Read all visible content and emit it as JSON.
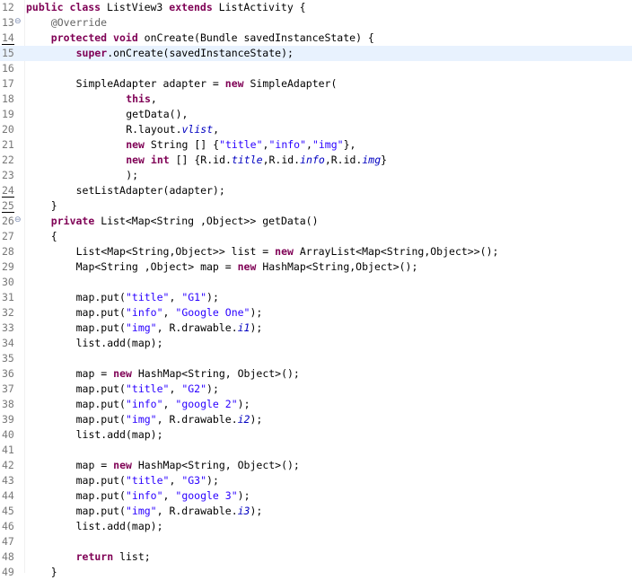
{
  "editor": {
    "lines": [
      {
        "num": "12",
        "indent": 0,
        "tokens": [
          {
            "t": "public",
            "k": "kw"
          },
          {
            "t": " ",
            "k": "pl"
          },
          {
            "t": "class",
            "k": "kw"
          },
          {
            "t": " ListView3 ",
            "k": "pl"
          },
          {
            "t": "extends",
            "k": "kw"
          },
          {
            "t": " ListActivity {",
            "k": "pl"
          }
        ]
      },
      {
        "num": "13",
        "indent": 4,
        "fold": true,
        "tokens": [
          {
            "t": "@Override",
            "k": "ann"
          }
        ]
      },
      {
        "num": "14",
        "indent": 4,
        "marked": true,
        "tokens": [
          {
            "t": "protected",
            "k": "kw"
          },
          {
            "t": " ",
            "k": "pl"
          },
          {
            "t": "void",
            "k": "kw"
          },
          {
            "t": " onCreate(Bundle savedInstanceState) {",
            "k": "pl"
          }
        ]
      },
      {
        "num": "15",
        "indent": 8,
        "current": true,
        "tokens": [
          {
            "t": "super",
            "k": "kw"
          },
          {
            "t": ".onCreate(savedInstanceState);",
            "k": "pl"
          }
        ]
      },
      {
        "num": "16",
        "indent": 0,
        "tokens": []
      },
      {
        "num": "17",
        "indent": 8,
        "tokens": [
          {
            "t": "SimpleAdapter adapter = ",
            "k": "pl"
          },
          {
            "t": "new",
            "k": "kw"
          },
          {
            "t": " SimpleAdapter(",
            "k": "pl"
          }
        ]
      },
      {
        "num": "18",
        "indent": 16,
        "tokens": [
          {
            "t": "this",
            "k": "kw"
          },
          {
            "t": ",",
            "k": "pl"
          }
        ]
      },
      {
        "num": "19",
        "indent": 16,
        "tokens": [
          {
            "t": "getData(),",
            "k": "pl"
          }
        ]
      },
      {
        "num": "20",
        "indent": 16,
        "tokens": [
          {
            "t": "R.layout.",
            "k": "pl"
          },
          {
            "t": "vlist",
            "k": "fld"
          },
          {
            "t": ",",
            "k": "pl"
          }
        ]
      },
      {
        "num": "21",
        "indent": 16,
        "tokens": [
          {
            "t": "new",
            "k": "kw"
          },
          {
            "t": " String [] {",
            "k": "pl"
          },
          {
            "t": "\"title\"",
            "k": "str"
          },
          {
            "t": ",",
            "k": "pl"
          },
          {
            "t": "\"info\"",
            "k": "str"
          },
          {
            "t": ",",
            "k": "pl"
          },
          {
            "t": "\"img\"",
            "k": "str"
          },
          {
            "t": "},",
            "k": "pl"
          }
        ]
      },
      {
        "num": "22",
        "indent": 16,
        "tokens": [
          {
            "t": "new",
            "k": "kw"
          },
          {
            "t": " ",
            "k": "pl"
          },
          {
            "t": "int",
            "k": "kw"
          },
          {
            "t": " [] {R.id.",
            "k": "pl"
          },
          {
            "t": "title",
            "k": "fld"
          },
          {
            "t": ",R.id.",
            "k": "pl"
          },
          {
            "t": "info",
            "k": "fld"
          },
          {
            "t": ",R.id.",
            "k": "pl"
          },
          {
            "t": "img",
            "k": "fld"
          },
          {
            "t": "}",
            "k": "pl"
          }
        ]
      },
      {
        "num": "23",
        "indent": 16,
        "tokens": [
          {
            "t": ");",
            "k": "pl"
          }
        ]
      },
      {
        "num": "24",
        "indent": 8,
        "marked": true,
        "tokens": [
          {
            "t": "setListAdapter(adapter);",
            "k": "pl"
          }
        ]
      },
      {
        "num": "25",
        "indent": 4,
        "marked": true,
        "tokens": [
          {
            "t": "}",
            "k": "pl"
          }
        ]
      },
      {
        "num": "26",
        "indent": 4,
        "fold": true,
        "tokens": [
          {
            "t": "private",
            "k": "kw"
          },
          {
            "t": " List<Map<String ,Object>> getData()",
            "k": "pl"
          }
        ]
      },
      {
        "num": "27",
        "indent": 4,
        "tokens": [
          {
            "t": "{",
            "k": "pl"
          }
        ]
      },
      {
        "num": "28",
        "indent": 8,
        "tokens": [
          {
            "t": "List<Map<String,Object>> list = ",
            "k": "pl"
          },
          {
            "t": "new",
            "k": "kw"
          },
          {
            "t": " ArrayList<Map<String,Object>>();",
            "k": "pl"
          }
        ]
      },
      {
        "num": "29",
        "indent": 8,
        "tokens": [
          {
            "t": "Map<String ,Object> map = ",
            "k": "pl"
          },
          {
            "t": "new",
            "k": "kw"
          },
          {
            "t": " HashMap<String,Object>();",
            "k": "pl"
          }
        ]
      },
      {
        "num": "30",
        "indent": 0,
        "tokens": []
      },
      {
        "num": "31",
        "indent": 8,
        "tokens": [
          {
            "t": "map.put(",
            "k": "pl"
          },
          {
            "t": "\"title\"",
            "k": "str"
          },
          {
            "t": ", ",
            "k": "pl"
          },
          {
            "t": "\"G1\"",
            "k": "str"
          },
          {
            "t": ");",
            "k": "pl"
          }
        ]
      },
      {
        "num": "32",
        "indent": 8,
        "tokens": [
          {
            "t": "map.put(",
            "k": "pl"
          },
          {
            "t": "\"info\"",
            "k": "str"
          },
          {
            "t": ", ",
            "k": "pl"
          },
          {
            "t": "\"Google One\"",
            "k": "str"
          },
          {
            "t": ");",
            "k": "pl"
          }
        ]
      },
      {
        "num": "33",
        "indent": 8,
        "tokens": [
          {
            "t": "map.put(",
            "k": "pl"
          },
          {
            "t": "\"img\"",
            "k": "str"
          },
          {
            "t": ", R.drawable.",
            "k": "pl"
          },
          {
            "t": "i1",
            "k": "fld"
          },
          {
            "t": ");",
            "k": "pl"
          }
        ]
      },
      {
        "num": "34",
        "indent": 8,
        "tokens": [
          {
            "t": "list.add(map);",
            "k": "pl"
          }
        ]
      },
      {
        "num": "35",
        "indent": 0,
        "tokens": []
      },
      {
        "num": "36",
        "indent": 8,
        "tokens": [
          {
            "t": "map = ",
            "k": "pl"
          },
          {
            "t": "new",
            "k": "kw"
          },
          {
            "t": " HashMap<String, Object>();",
            "k": "pl"
          }
        ]
      },
      {
        "num": "37",
        "indent": 8,
        "tokens": [
          {
            "t": "map.put(",
            "k": "pl"
          },
          {
            "t": "\"title\"",
            "k": "str"
          },
          {
            "t": ", ",
            "k": "pl"
          },
          {
            "t": "\"G2\"",
            "k": "str"
          },
          {
            "t": ");",
            "k": "pl"
          }
        ]
      },
      {
        "num": "38",
        "indent": 8,
        "tokens": [
          {
            "t": "map.put(",
            "k": "pl"
          },
          {
            "t": "\"info\"",
            "k": "str"
          },
          {
            "t": ", ",
            "k": "pl"
          },
          {
            "t": "\"google 2\"",
            "k": "str"
          },
          {
            "t": ");",
            "k": "pl"
          }
        ]
      },
      {
        "num": "39",
        "indent": 8,
        "tokens": [
          {
            "t": "map.put(",
            "k": "pl"
          },
          {
            "t": "\"img\"",
            "k": "str"
          },
          {
            "t": ", R.drawable.",
            "k": "pl"
          },
          {
            "t": "i2",
            "k": "fld"
          },
          {
            "t": ");",
            "k": "pl"
          }
        ]
      },
      {
        "num": "40",
        "indent": 8,
        "tokens": [
          {
            "t": "list.add(map);",
            "k": "pl"
          }
        ]
      },
      {
        "num": "41",
        "indent": 0,
        "tokens": []
      },
      {
        "num": "42",
        "indent": 8,
        "tokens": [
          {
            "t": "map = ",
            "k": "pl"
          },
          {
            "t": "new",
            "k": "kw"
          },
          {
            "t": " HashMap<String, Object>();",
            "k": "pl"
          }
        ]
      },
      {
        "num": "43",
        "indent": 8,
        "tokens": [
          {
            "t": "map.put(",
            "k": "pl"
          },
          {
            "t": "\"title\"",
            "k": "str"
          },
          {
            "t": ", ",
            "k": "pl"
          },
          {
            "t": "\"G3\"",
            "k": "str"
          },
          {
            "t": ");",
            "k": "pl"
          }
        ]
      },
      {
        "num": "44",
        "indent": 8,
        "tokens": [
          {
            "t": "map.put(",
            "k": "pl"
          },
          {
            "t": "\"info\"",
            "k": "str"
          },
          {
            "t": ", ",
            "k": "pl"
          },
          {
            "t": "\"google 3\"",
            "k": "str"
          },
          {
            "t": ");",
            "k": "pl"
          }
        ]
      },
      {
        "num": "45",
        "indent": 8,
        "tokens": [
          {
            "t": "map.put(",
            "k": "pl"
          },
          {
            "t": "\"img\"",
            "k": "str"
          },
          {
            "t": ", R.drawable.",
            "k": "pl"
          },
          {
            "t": "i3",
            "k": "fld"
          },
          {
            "t": ");",
            "k": "pl"
          }
        ]
      },
      {
        "num": "46",
        "indent": 8,
        "tokens": [
          {
            "t": "list.add(map);",
            "k": "pl"
          }
        ]
      },
      {
        "num": "47",
        "indent": 0,
        "tokens": []
      },
      {
        "num": "48",
        "indent": 8,
        "tokens": [
          {
            "t": "return",
            "k": "kw"
          },
          {
            "t": " list;",
            "k": "pl"
          }
        ]
      },
      {
        "num": "49",
        "indent": 4,
        "tokens": [
          {
            "t": "}",
            "k": "pl"
          }
        ]
      }
    ]
  }
}
